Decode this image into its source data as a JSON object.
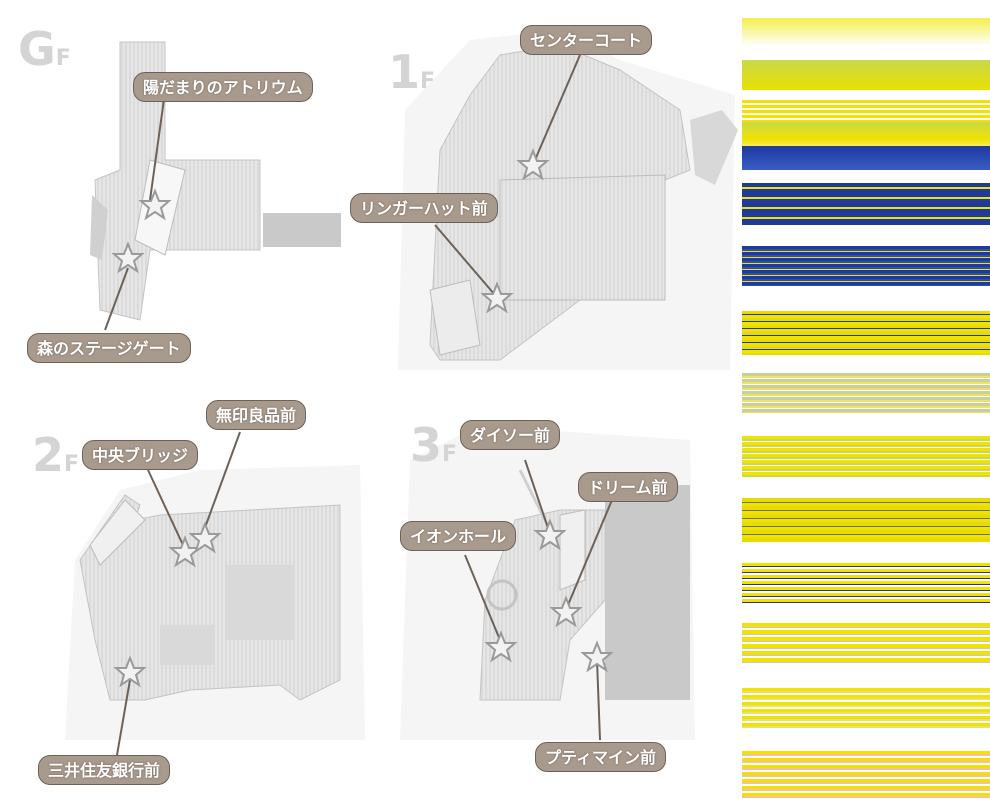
{
  "floors": [
    {
      "id": "gf",
      "num": "G",
      "suffix": "F"
    },
    {
      "id": "1f",
      "num": "1",
      "suffix": "F"
    },
    {
      "id": "2f",
      "num": "2",
      "suffix": "F"
    },
    {
      "id": "3f",
      "num": "3",
      "suffix": "F"
    }
  ],
  "callouts": {
    "atrium": "陽だまりのアトリウム",
    "stage_gate": "森のステージゲート",
    "center_court": "センターコート",
    "ringer_hut": "リンガーハット前",
    "muji": "無印良品前",
    "central_bridge": "中央ブリッジ",
    "smbc": "三井住友銀行前",
    "daiso": "ダイソー前",
    "dream": "ドリーム前",
    "aeon_hall": "イオンホール",
    "petit_main": "プティマイン前"
  },
  "colors": {
    "map_fill": "#e3e3e3",
    "map_stroke": "#c4c4c4",
    "dark_block": "#bfbfbf",
    "callout_bg": "#a89a8c",
    "star": "#9a9a9a",
    "stripe_yellow": "#f2e200",
    "stripe_blue": "#1d3a9c"
  },
  "icons": [
    "star-marker-icon"
  ]
}
